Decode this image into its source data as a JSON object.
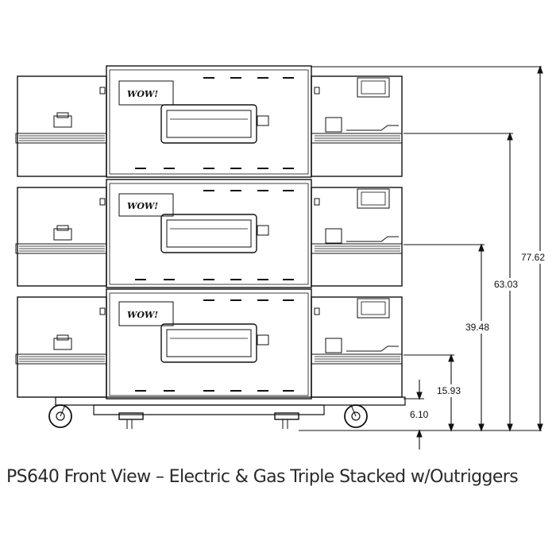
{
  "caption": "PS640 Front View – Electric & Gas Triple Stacked w/Outriggers",
  "dimensions": [
    {
      "label": "77.62"
    },
    {
      "label": "63.03"
    },
    {
      "label": "39.48"
    },
    {
      "label": "15.93"
    },
    {
      "label": "6.10"
    }
  ],
  "ovens": [
    {
      "logo_text": "WOW!"
    },
    {
      "logo_text": "WOW!"
    },
    {
      "logo_text": "WOW!"
    }
  ]
}
